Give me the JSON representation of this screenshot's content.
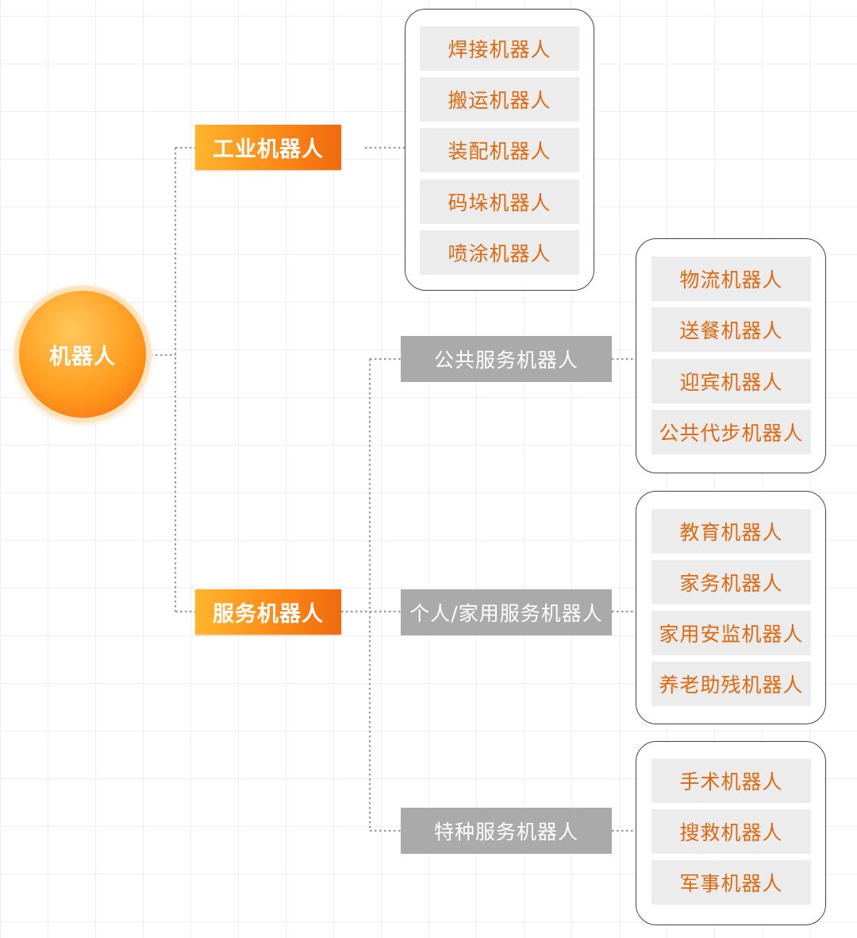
{
  "root": {
    "label": "机器人"
  },
  "industrial": {
    "label": "工业机器人",
    "items": [
      {
        "label": "焊接机器人"
      },
      {
        "label": "搬运机器人"
      },
      {
        "label": "装配机器人"
      },
      {
        "label": "码垛机器人"
      },
      {
        "label": "喷涂机器人"
      }
    ]
  },
  "service": {
    "label": "服务机器人",
    "public": {
      "label": "公共服务机器人",
      "items": [
        {
          "label": "物流机器人"
        },
        {
          "label": "送餐机器人"
        },
        {
          "label": "迎宾机器人"
        },
        {
          "label": "公共代步机器人"
        }
      ]
    },
    "personal": {
      "label": "个人/家用服务机器人",
      "items": [
        {
          "label": "教育机器人"
        },
        {
          "label": "家务机器人"
        },
        {
          "label": "家用安监机器人"
        },
        {
          "label": "养老助残机器人"
        }
      ]
    },
    "special": {
      "label": "特种服务机器人",
      "items": [
        {
          "label": "手术机器人"
        },
        {
          "label": "搜救机器人"
        },
        {
          "label": "军事机器人"
        }
      ]
    }
  },
  "colors": {
    "root": "#ff9c1e",
    "level1": "#fb8716",
    "level2": "#aaaaaa",
    "leaf_text": "#e0690f",
    "leaf_bg": "#ececec"
  }
}
